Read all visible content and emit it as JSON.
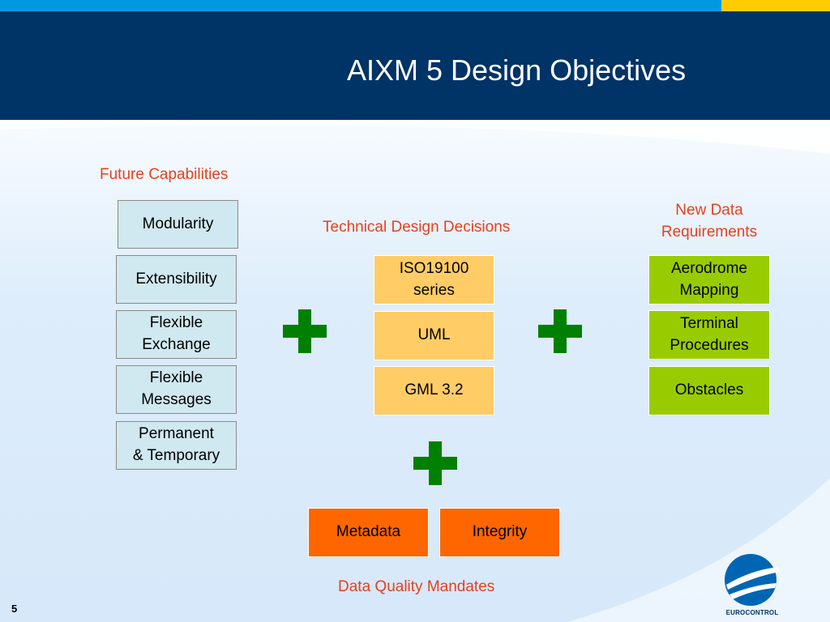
{
  "slide": {
    "title": "AIXM 5 Design Objectives",
    "page_number": "5",
    "logo_text": "EUROCONTROL"
  },
  "future_capabilities": {
    "label": "Future Capabilities",
    "items": [
      "Modularity",
      "Extensibility",
      "Flexible\nExchange",
      "Flexible\nMessages",
      "Permanent\n& Temporary"
    ]
  },
  "technical_design_decisions": {
    "label": "Technical Design Decisions",
    "items": [
      "ISO19100\nseries",
      "UML",
      "GML 3.2"
    ]
  },
  "new_data_requirements": {
    "label": "New Data\nRequirements",
    "items": [
      "Aerodrome\nMapping",
      "Terminal\nProcedures",
      "Obstacles"
    ]
  },
  "data_quality_mandates": {
    "label": "Data Quality Mandates",
    "items": [
      "Metadata",
      "Integrity"
    ]
  },
  "colors": {
    "header": "#003366",
    "accent_text": "#e8401c",
    "capability_box": "#d0e8ef",
    "tech_box": "#ffcc66",
    "requirement_box": "#99cc00",
    "quality_box": "#ff6600",
    "plus": "#008000"
  },
  "icons": [
    "plus-icon",
    "eurocontrol-logo"
  ]
}
